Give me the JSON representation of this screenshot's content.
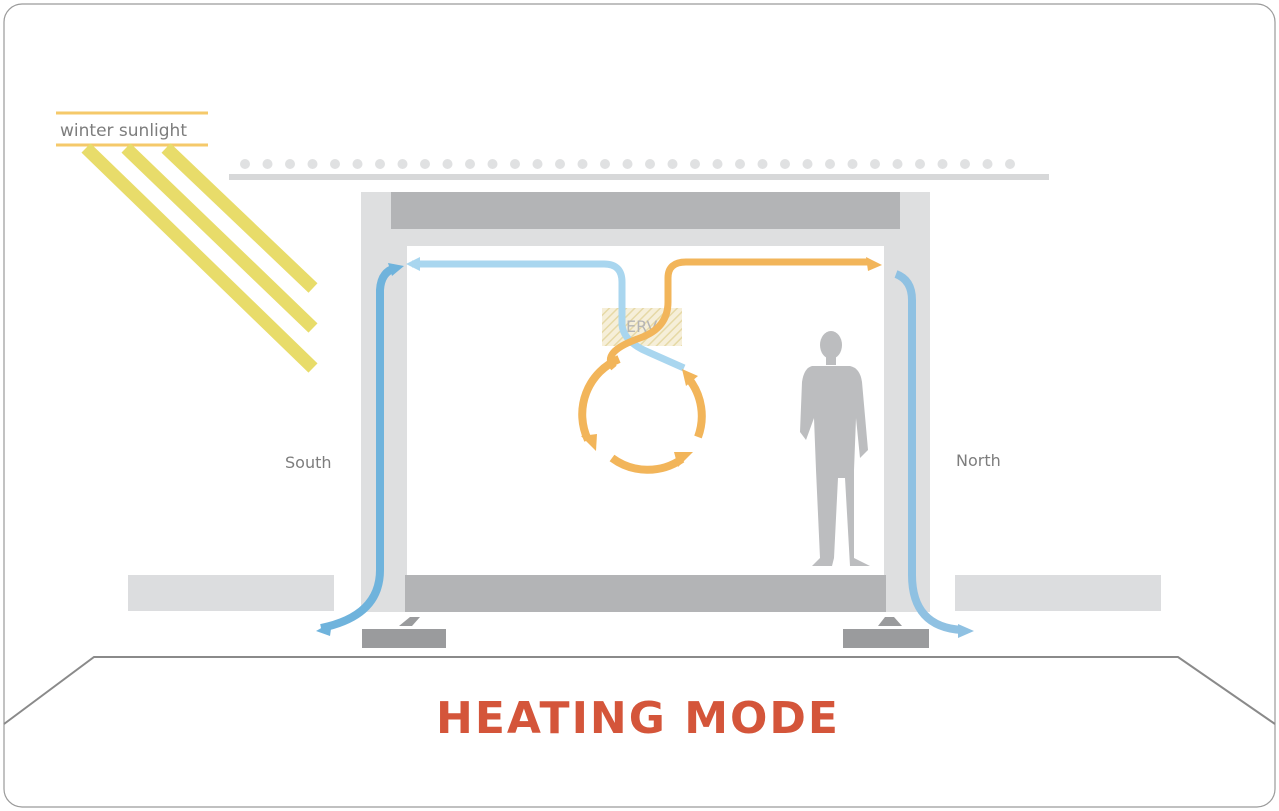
{
  "labels": {
    "sunlight": "winter sunlight",
    "south": "South",
    "north": "North",
    "erv": "ERV"
  },
  "title": "HEATING MODE",
  "colors": {
    "title": "#d4553a",
    "sun_stripes": "#e8dc6a",
    "sun_label_lines": "#f5c96a",
    "cool_air": "#6fb3dc",
    "cool_air_light": "#a9d6ef",
    "warm_air": "#f2b55a",
    "wall": "#dedfe0",
    "slab": "#b3b4b6",
    "footing": "#9a9b9d",
    "person": "#bcbdbf",
    "ground_line": "#8a8a8a"
  },
  "icons": {
    "person": "person-silhouette-icon",
    "erv": "erv-unit-icon"
  }
}
